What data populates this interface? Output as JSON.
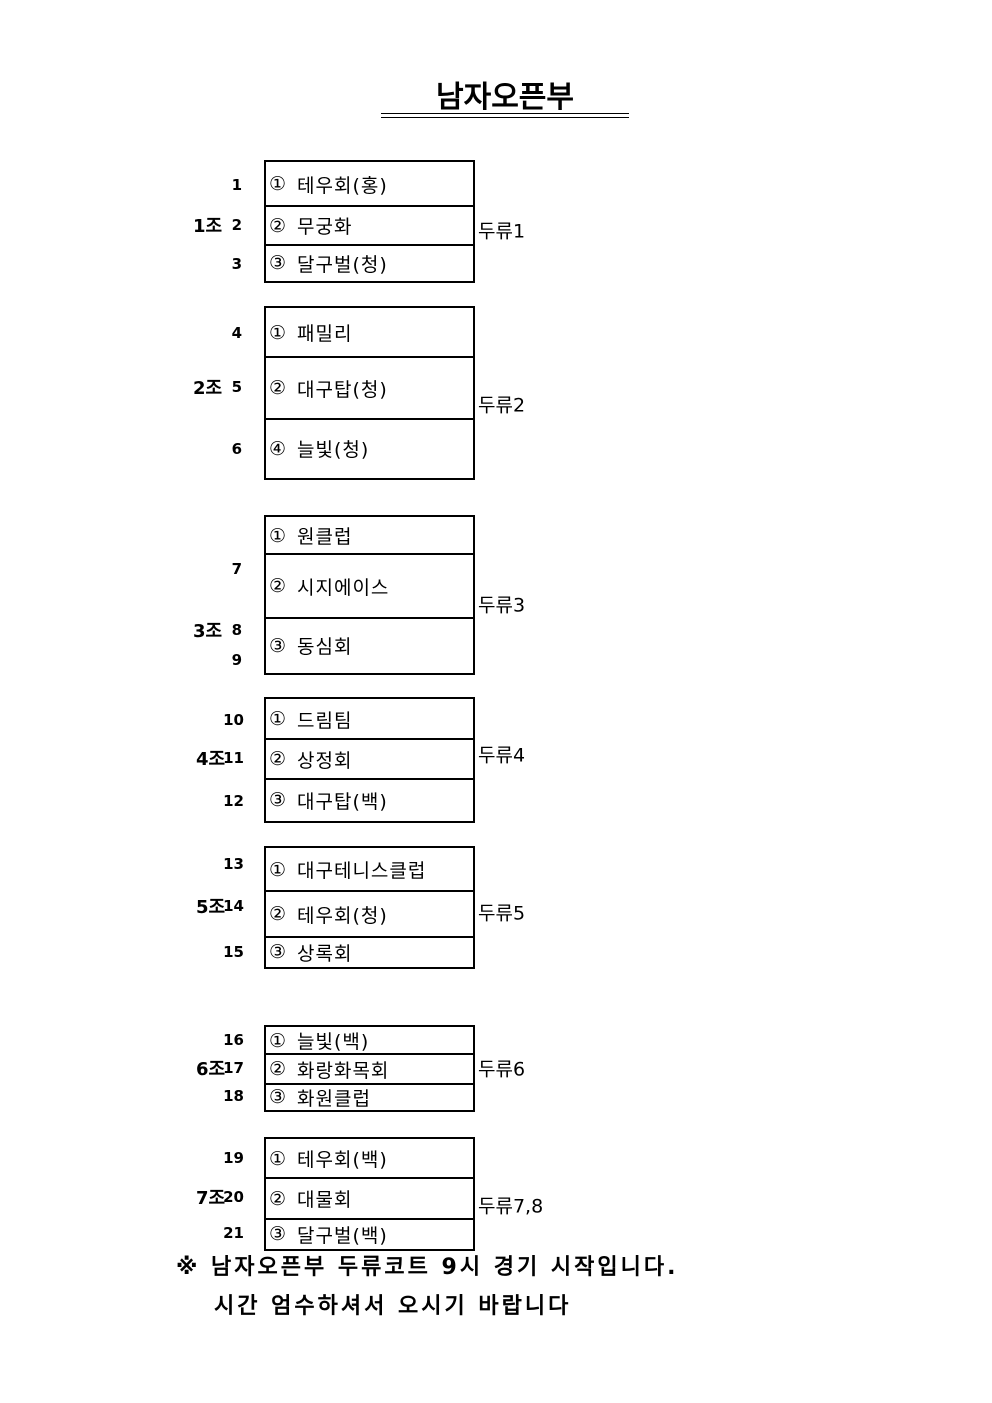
{
  "title": "남자오픈부",
  "groups": [
    {
      "label": "1조",
      "court": "두류1",
      "rows": [
        {
          "no": "1",
          "mark": "①",
          "team": "테우회(홍)"
        },
        {
          "no": "2",
          "mark": "②",
          "team": "무궁화"
        },
        {
          "no": "3",
          "mark": "③",
          "team": "달구벌(청)"
        }
      ]
    },
    {
      "label": "2조",
      "court": "두류2",
      "rows": [
        {
          "no": "4",
          "mark": "①",
          "team": "패밀리"
        },
        {
          "no": "5",
          "mark": "②",
          "team": "대구탑(청)"
        },
        {
          "no": "6",
          "mark": "④",
          "team": "늘빛(청)"
        }
      ]
    },
    {
      "label": "3조",
      "court": "두류3",
      "rows": [
        {
          "no": "7",
          "mark": "①",
          "team": "원클럽"
        },
        {
          "no": "8",
          "mark": "②",
          "team": "시지에이스"
        },
        {
          "no": "9",
          "mark": "③",
          "team": "동심회"
        }
      ]
    },
    {
      "label": "4조",
      "court": "두류4",
      "rows": [
        {
          "no": "10",
          "mark": "①",
          "team": "드림팀"
        },
        {
          "no": "11",
          "mark": "②",
          "team": "상정회"
        },
        {
          "no": "12",
          "mark": "③",
          "team": "대구탑(백)"
        }
      ]
    },
    {
      "label": "5조",
      "court": "두류5",
      "rows": [
        {
          "no": "13",
          "mark": "①",
          "team": "대구테니스클럽"
        },
        {
          "no": "14",
          "mark": "②",
          "team": "테우회(청)"
        },
        {
          "no": "15",
          "mark": "③",
          "team": "상록회"
        }
      ]
    },
    {
      "label": "6조",
      "court": "두류6",
      "rows": [
        {
          "no": "16",
          "mark": "①",
          "team": "늘빛(백)"
        },
        {
          "no": "17",
          "mark": "②",
          "team": "화랑화목회"
        },
        {
          "no": "18",
          "mark": "③",
          "team": "화원클럽"
        }
      ]
    },
    {
      "label": "7조",
      "court": "두류7,8",
      "rows": [
        {
          "no": "19",
          "mark": "①",
          "team": "테우회(백)"
        },
        {
          "no": "20",
          "mark": "②",
          "team": "대물회"
        },
        {
          "no": "21",
          "mark": "③",
          "team": "달구벌(백)"
        }
      ]
    }
  ],
  "notice": {
    "line1": "※ 남자오픈부 두류코트 9시 경기 시작입니다.",
    "line2": "시간 엄수하셔서 오시기 바랍니다"
  }
}
